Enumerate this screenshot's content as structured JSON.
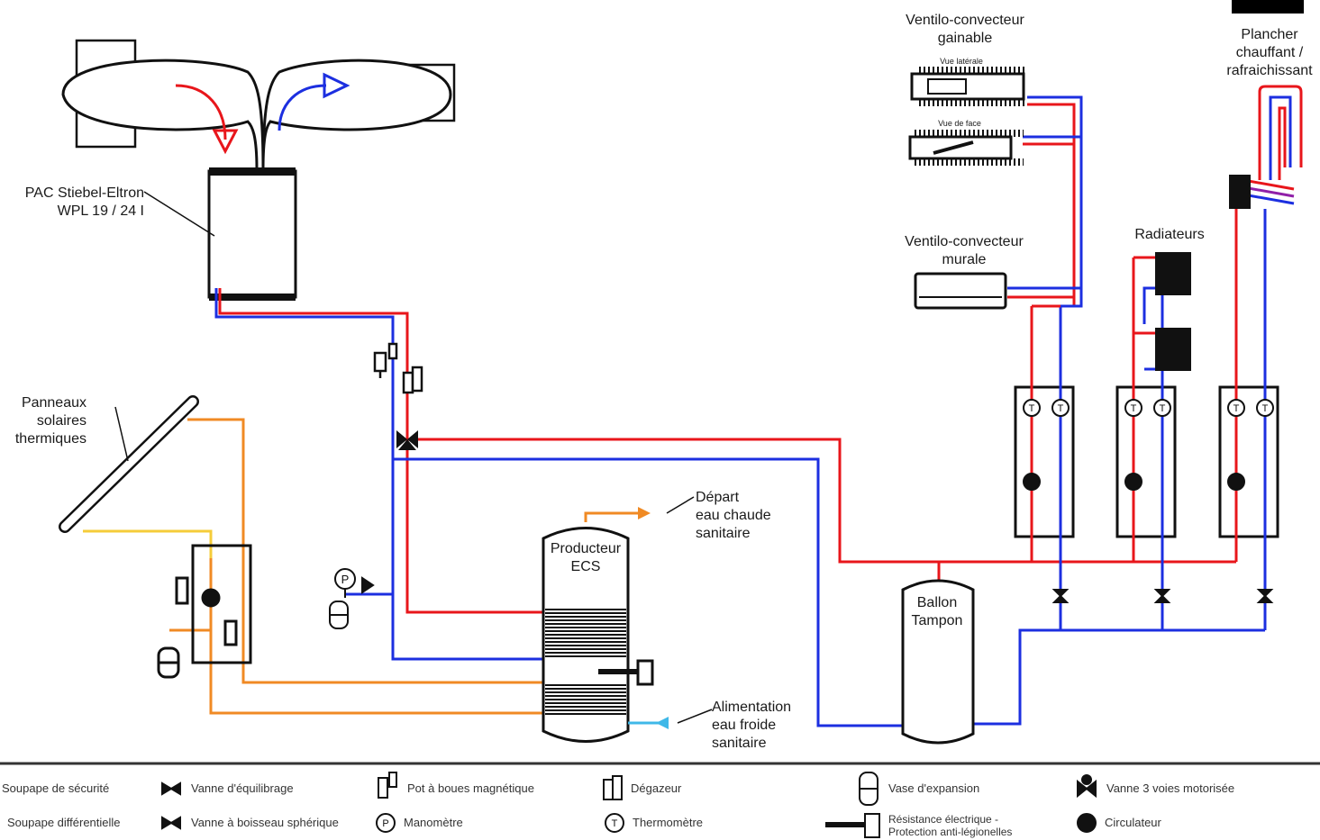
{
  "components": {
    "heat_pump": [
      "PAC Stiebel-Eltron",
      "WPL 19 / 24 I"
    ],
    "solar_panels": [
      "Panneaux",
      "solaires",
      "thermiques"
    ],
    "dhw_producer": [
      "Producteur",
      "ECS"
    ],
    "buffer_tank": [
      "Ballon",
      "Tampon"
    ],
    "ducted_fan_coil": [
      "Ventilo-convecteur",
      "gainable"
    ],
    "ducted_side_view": "Vue latérale",
    "ducted_front_view": "Vue de face",
    "wall_fan_coil": [
      "Ventilo-convecteur",
      "murale"
    ],
    "radiators": "Radiateurs",
    "floor": [
      "Plancher",
      "chauffant /",
      "rafraichissant"
    ],
    "hot_water_out": [
      "Départ",
      "eau chaude",
      "sanitaire"
    ],
    "cold_water_in": [
      "Alimentation",
      "eau froide",
      "sanitaire"
    ]
  },
  "gauge_letters": {
    "pressure": "P",
    "thermo": "T"
  },
  "legend": {
    "safety_valve": "Soupape de sécurité",
    "diff_valve": "Soupape différentielle",
    "balancing_valve": "Vanne d'équilibrage",
    "ball_valve": "Vanne à boisseau sphérique",
    "magnetic_pot": "Pot à boues magnétique",
    "manometer": "Manomètre",
    "degasser": "Dégazeur",
    "thermometer": "Thermomètre",
    "expansion_vessel": "Vase d'expansion",
    "heater": [
      "Résistance électrique -",
      "Protection anti-légionelles"
    ],
    "three_way_valve": "Vanne 3 voies motorisée",
    "circulator": "Circulateur"
  },
  "colors": {
    "hot": "#e8161b",
    "cold": "#1c2fe0",
    "solar": "#f08a24",
    "solar_light": "#f5cc3a",
    "cold_water": "#3fb8e8",
    "line": "#111111"
  }
}
